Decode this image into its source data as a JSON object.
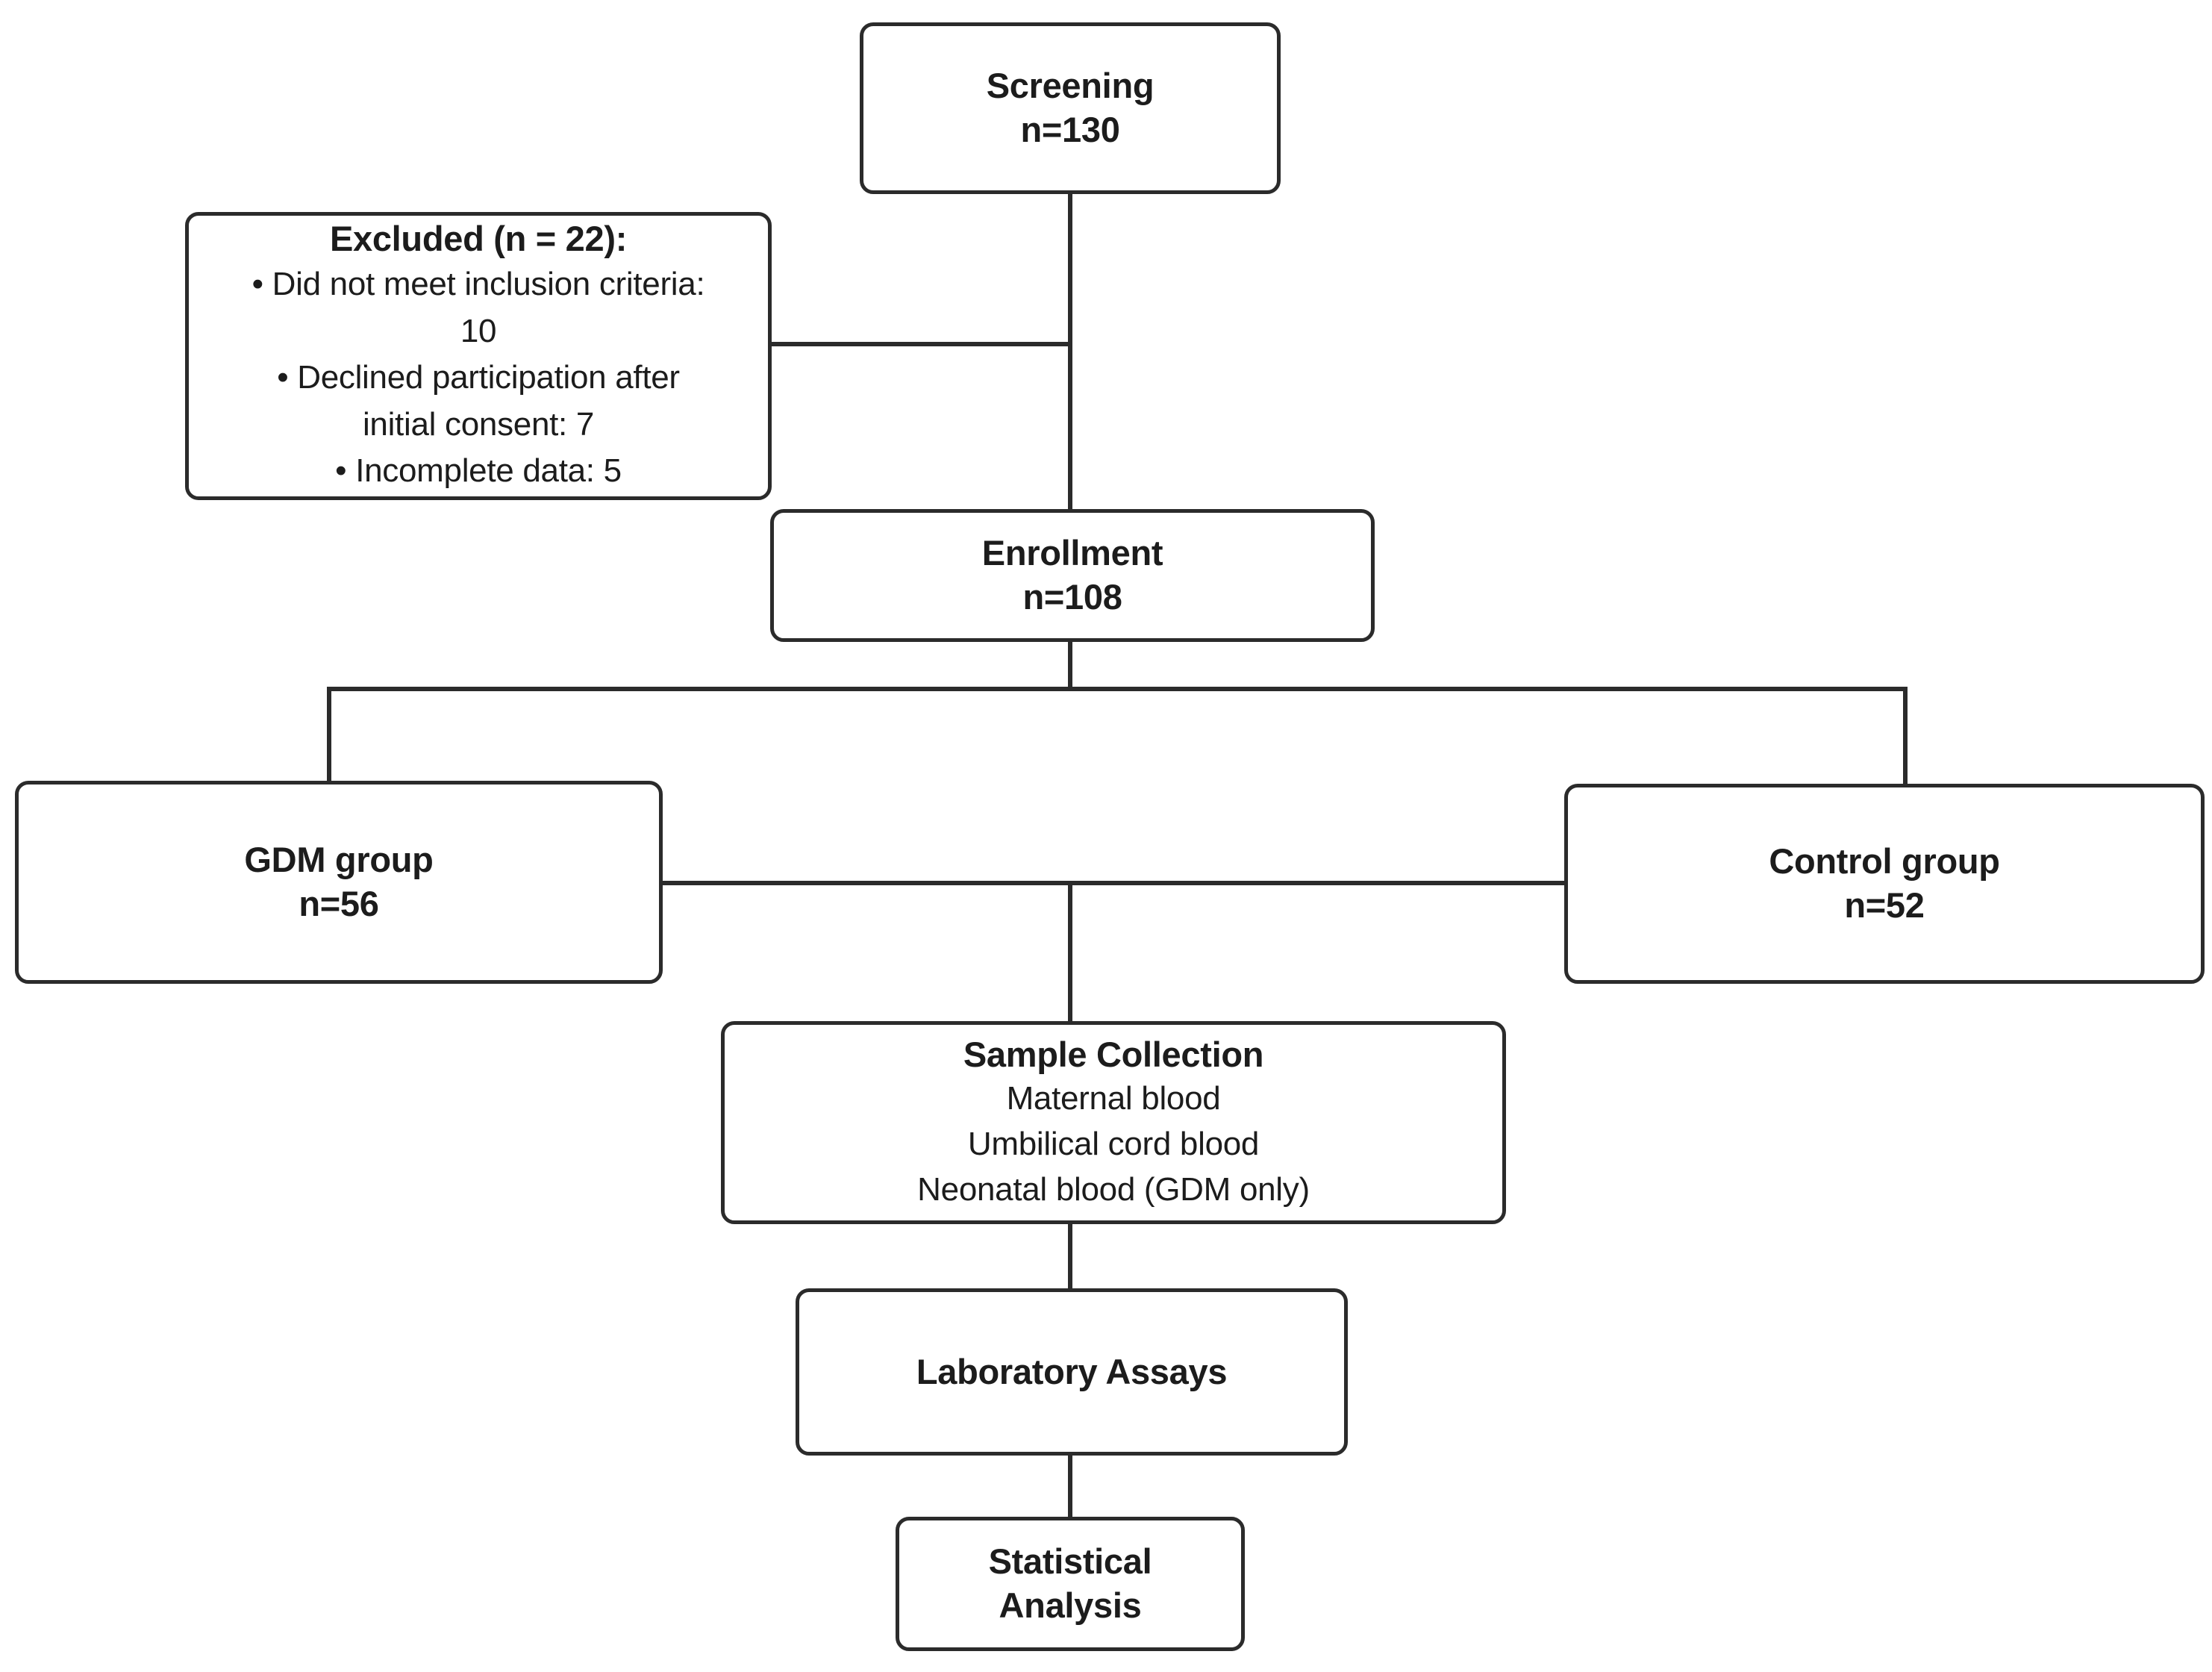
{
  "diagram": {
    "type": "flowchart",
    "description": "Study enrollment flow diagram",
    "colors": {
      "background": "#ffffff",
      "box_border": "#2b2b2b",
      "connector": "#2b2b2b",
      "text": "#1c1c1c"
    },
    "nodes": {
      "screening": {
        "title": "Screening",
        "count": "n=130"
      },
      "excluded": {
        "heading": "Excluded (n = 22):",
        "bullets": [
          "• Did not meet inclusion criteria: 10",
          "• Declined participation after initial consent: 7",
          "• Incomplete data: 5"
        ]
      },
      "enrollment": {
        "title": "Enrollment",
        "count": "n=108"
      },
      "gdm": {
        "title": "GDM group",
        "count": "n=56"
      },
      "control": {
        "title": "Control group",
        "count": "n=52"
      },
      "sample": {
        "title": "Sample Collection",
        "lines": [
          "Maternal blood",
          "Umbilical cord blood",
          "Neonatal blood (GDM only)"
        ]
      },
      "lab": {
        "title": "Laboratory Assays"
      },
      "stats": {
        "title_line1": "Statistical",
        "title_line2": "Analysis"
      }
    }
  }
}
